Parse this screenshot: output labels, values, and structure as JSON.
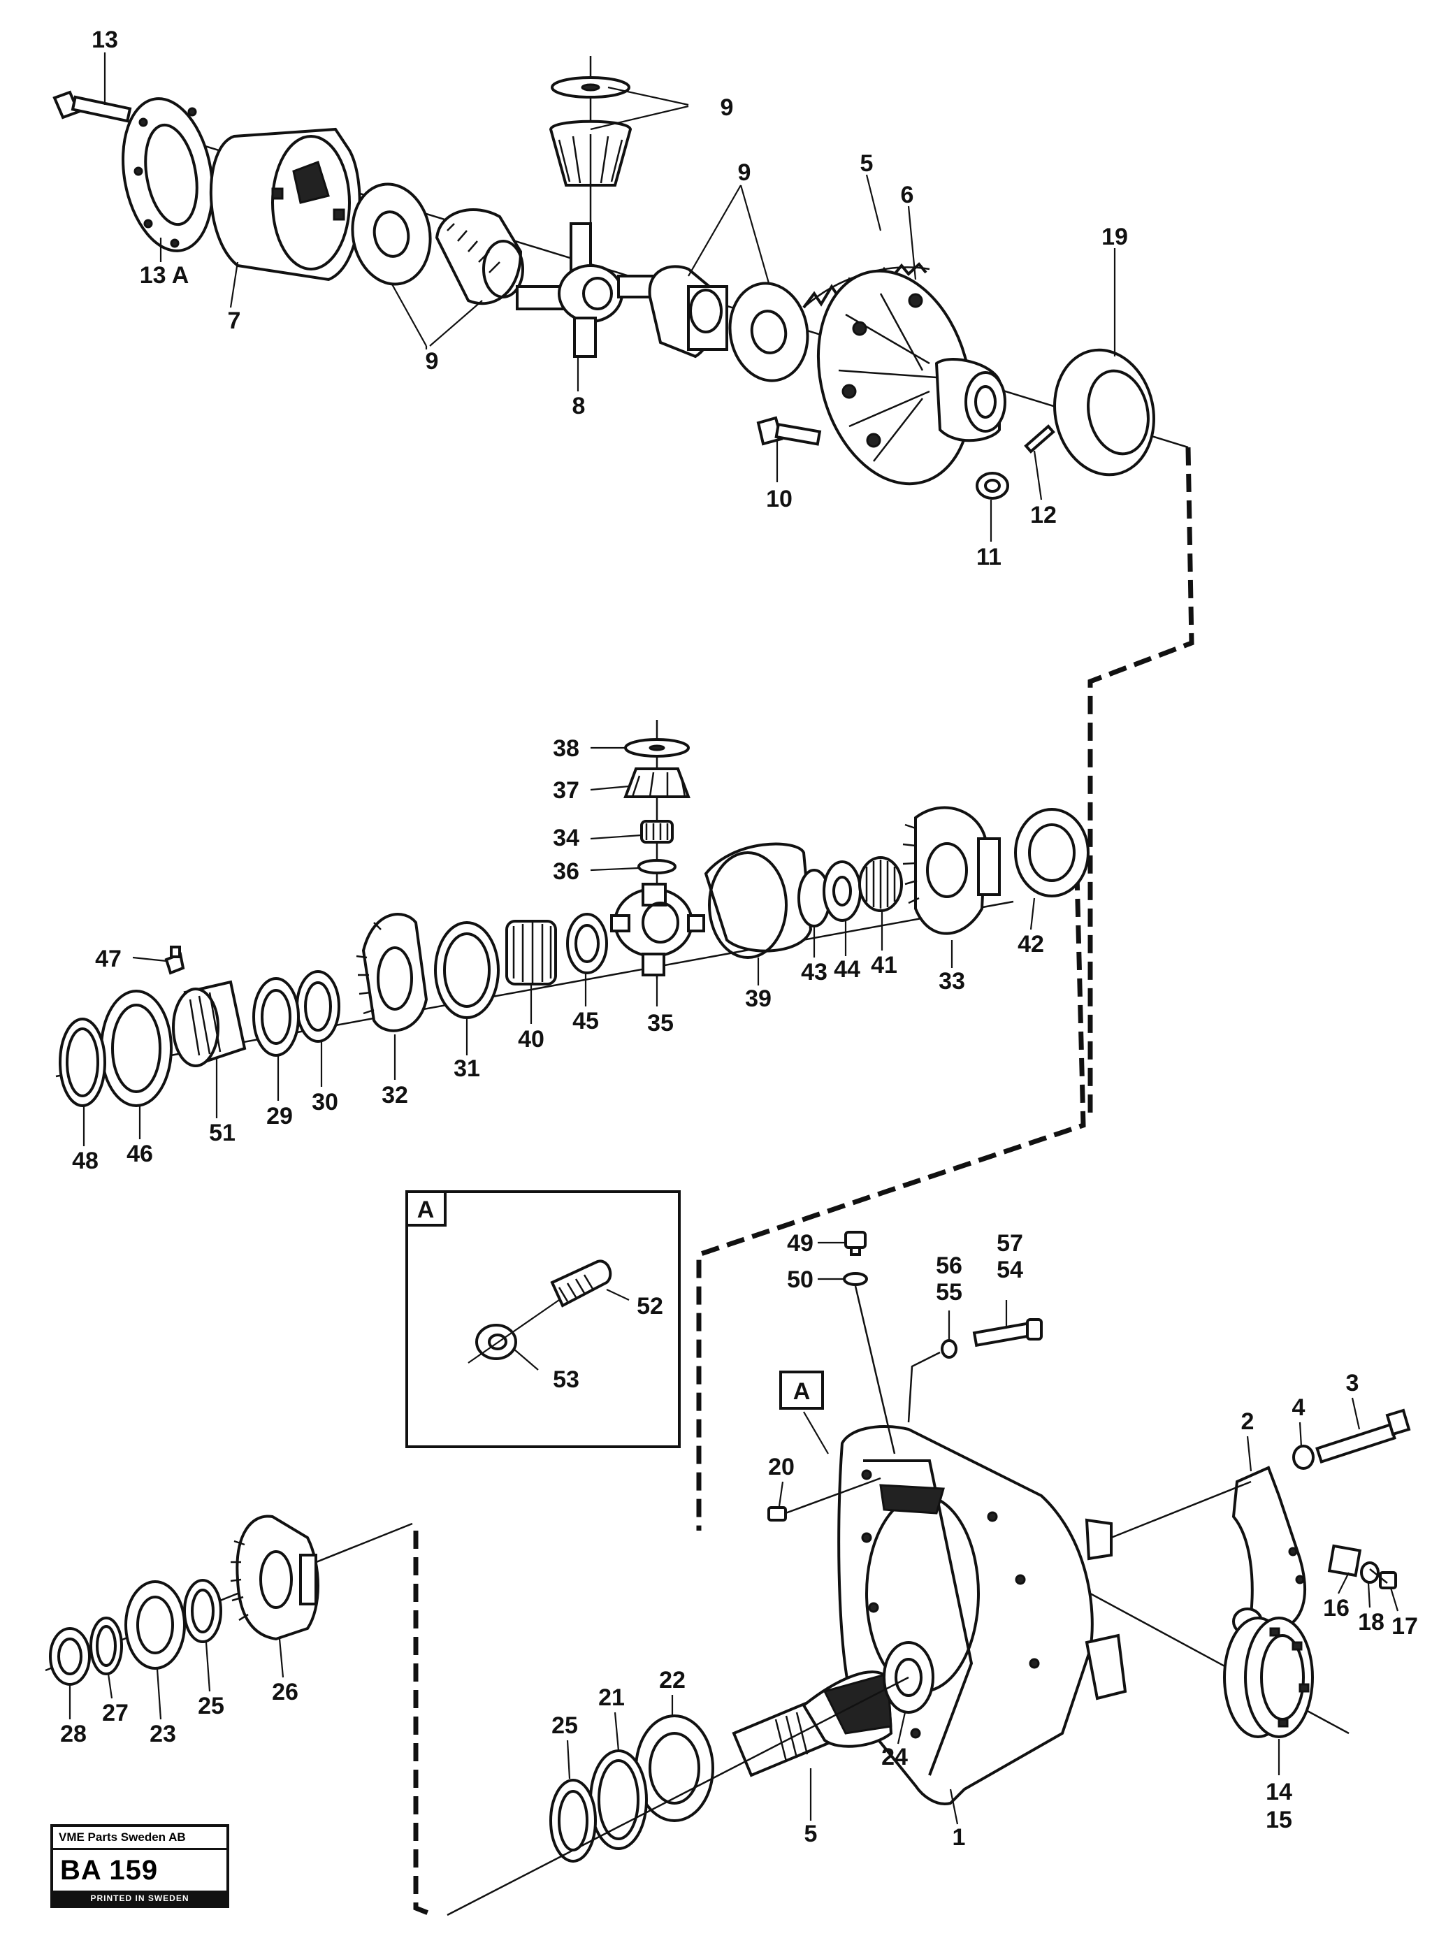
{
  "callouts": {
    "p1": "1",
    "p2": "2",
    "p3": "3",
    "p4": "4",
    "p5a": "5",
    "p5b": "5",
    "p6": "6",
    "p7": "7",
    "p8": "8",
    "p9a": "9",
    "p9b": "9",
    "p9c": "9",
    "p10": "10",
    "p11": "11",
    "p12": "12",
    "p13": "13",
    "p13a": "13 A",
    "p14": "14",
    "p15": "15",
    "p16": "16",
    "p17": "17",
    "p18": "18",
    "p19": "19",
    "p20": "20",
    "p21": "21",
    "p22": "22",
    "p23": "23",
    "p24": "24",
    "p25a": "25",
    "p25b": "25",
    "p26": "26",
    "p27": "27",
    "p28": "28",
    "p29": "29",
    "p30": "30",
    "p31": "31",
    "p32": "32",
    "p33": "33",
    "p34": "34",
    "p35": "35",
    "p36": "36",
    "p37": "37",
    "p38": "38",
    "p39": "39",
    "p40": "40",
    "p41": "41",
    "p42": "42",
    "p43": "43",
    "p44": "44",
    "p45": "45",
    "p46": "46",
    "p47": "47",
    "p48": "48",
    "p49": "49",
    "p50": "50",
    "p51": "51",
    "p52": "52",
    "p53": "53",
    "p54": "54",
    "p55": "55",
    "p56": "56",
    "p57": "57"
  },
  "detail_box": {
    "label": "A"
  },
  "detail_marker": {
    "label": "A"
  },
  "title_plate": {
    "company": "VME Parts Sweden AB",
    "code": "BA 159",
    "printed": "PRINTED IN SWEDEN"
  }
}
